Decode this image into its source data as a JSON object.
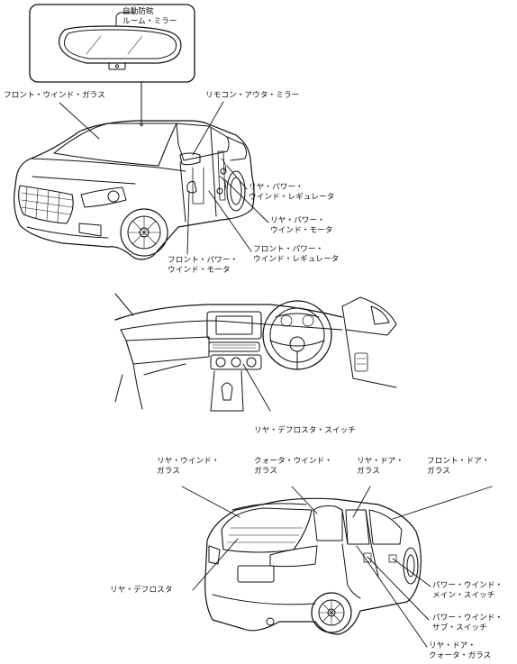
{
  "top": {
    "inset_mirror": [
      "自動防眩",
      "ルーム・ミラー"
    ],
    "front_window_glass": [
      "フロント・ウインド・ガラス"
    ],
    "remote_outer_mirror": [
      "リモコン・アウタ・ミラー"
    ],
    "rear_power_window_regulator": [
      "リヤ・パワー・",
      "ウインド・レギュレータ"
    ],
    "rear_power_window_motor": [
      "リヤ・パワー・",
      "ウインド・モータ"
    ],
    "front_power_window_regulator": [
      "フロント・パワー・",
      "ウインド・レギュレータ"
    ],
    "front_power_window_motor": [
      "フロント・パワー・",
      "ウインド・モータ"
    ]
  },
  "middle": {
    "rear_defroster_switch": [
      "リヤ・デフロスタ・スイッチ"
    ]
  },
  "bottom": {
    "rear_window_glass": [
      "リヤ・ウインド・",
      "ガラス"
    ],
    "quarter_window_glass": [
      "クォータ・ウインド・",
      "ガラス"
    ],
    "rear_door_glass": [
      "リヤ・ドア・",
      "ガラス"
    ],
    "front_door_glass": [
      "フロント・ドア・",
      "ガラス"
    ],
    "rear_defroster": [
      "リヤ・デフロスタ"
    ],
    "power_window_main_switch": [
      "パワー・ウインド・",
      "メイン・スイッチ"
    ],
    "power_window_sub_switch": [
      "パワー・ウインド・",
      "サブ・スイッチ"
    ],
    "rear_door_quarter_glass": [
      "リヤ・ドア・",
      "クォータ・ガラス"
    ]
  }
}
